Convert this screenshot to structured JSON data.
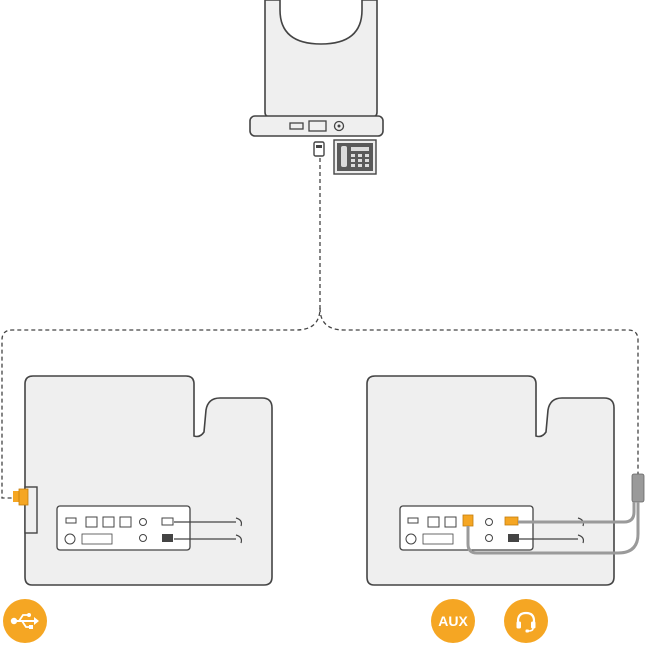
{
  "colors": {
    "accent": "#F5A623",
    "device_fill": "#EFEFEF",
    "outline": "#444444",
    "cable_gray": "#9A9A9A",
    "desk_phone_icon_bg": "#555555"
  },
  "icons": {
    "usb": "usb-icon",
    "headset": "headset-icon",
    "desk_phone": "desk-phone-icon",
    "usb_plug": "usb-plug-icon"
  },
  "badges": {
    "aux_label": "AUX"
  },
  "devices": {
    "base_station": "base-station",
    "left_phone": "desk-phone-usb-connection",
    "right_phone": "desk-phone-aux-connection"
  }
}
